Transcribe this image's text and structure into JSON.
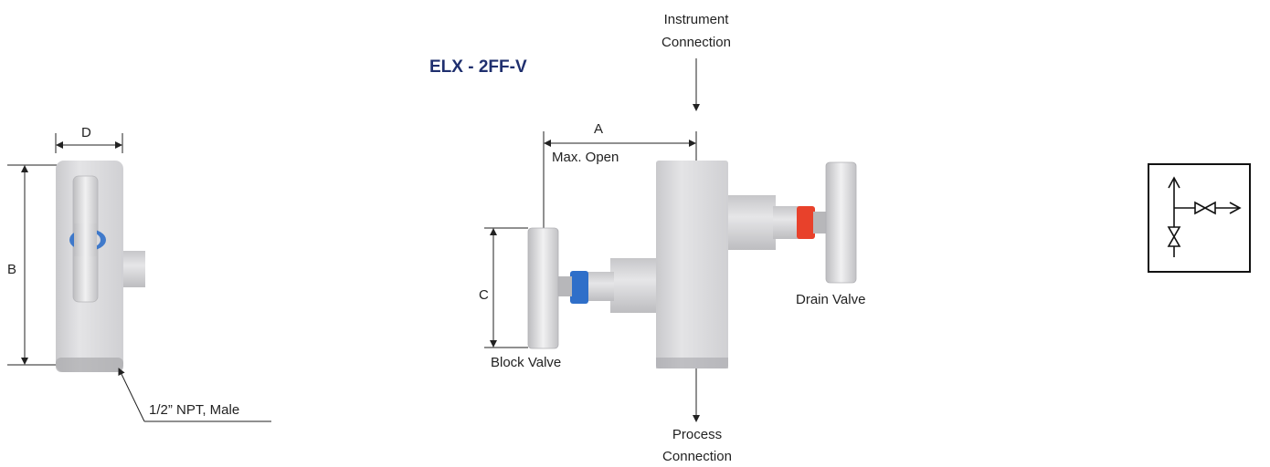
{
  "title": "ELX - 2FF-V",
  "labels": {
    "d": "D",
    "b": "B",
    "npt": "1/2” NPT, Male",
    "a": "A",
    "max_open": "Max. Open",
    "c": "C",
    "block_valve": "Block Valve",
    "drain_valve": "Drain Valve",
    "instrument_line1": "Instrument",
    "instrument_line2": "Connection",
    "process_line1": "Process",
    "process_line2": "Connection"
  },
  "colors": {
    "title": "#1f2f6e",
    "block_valve_accent": "#2f6fc9",
    "drain_valve_accent": "#e8412b",
    "body_steel": "#d3d3d5"
  },
  "icons": [
    "valve-schematic-icon"
  ]
}
